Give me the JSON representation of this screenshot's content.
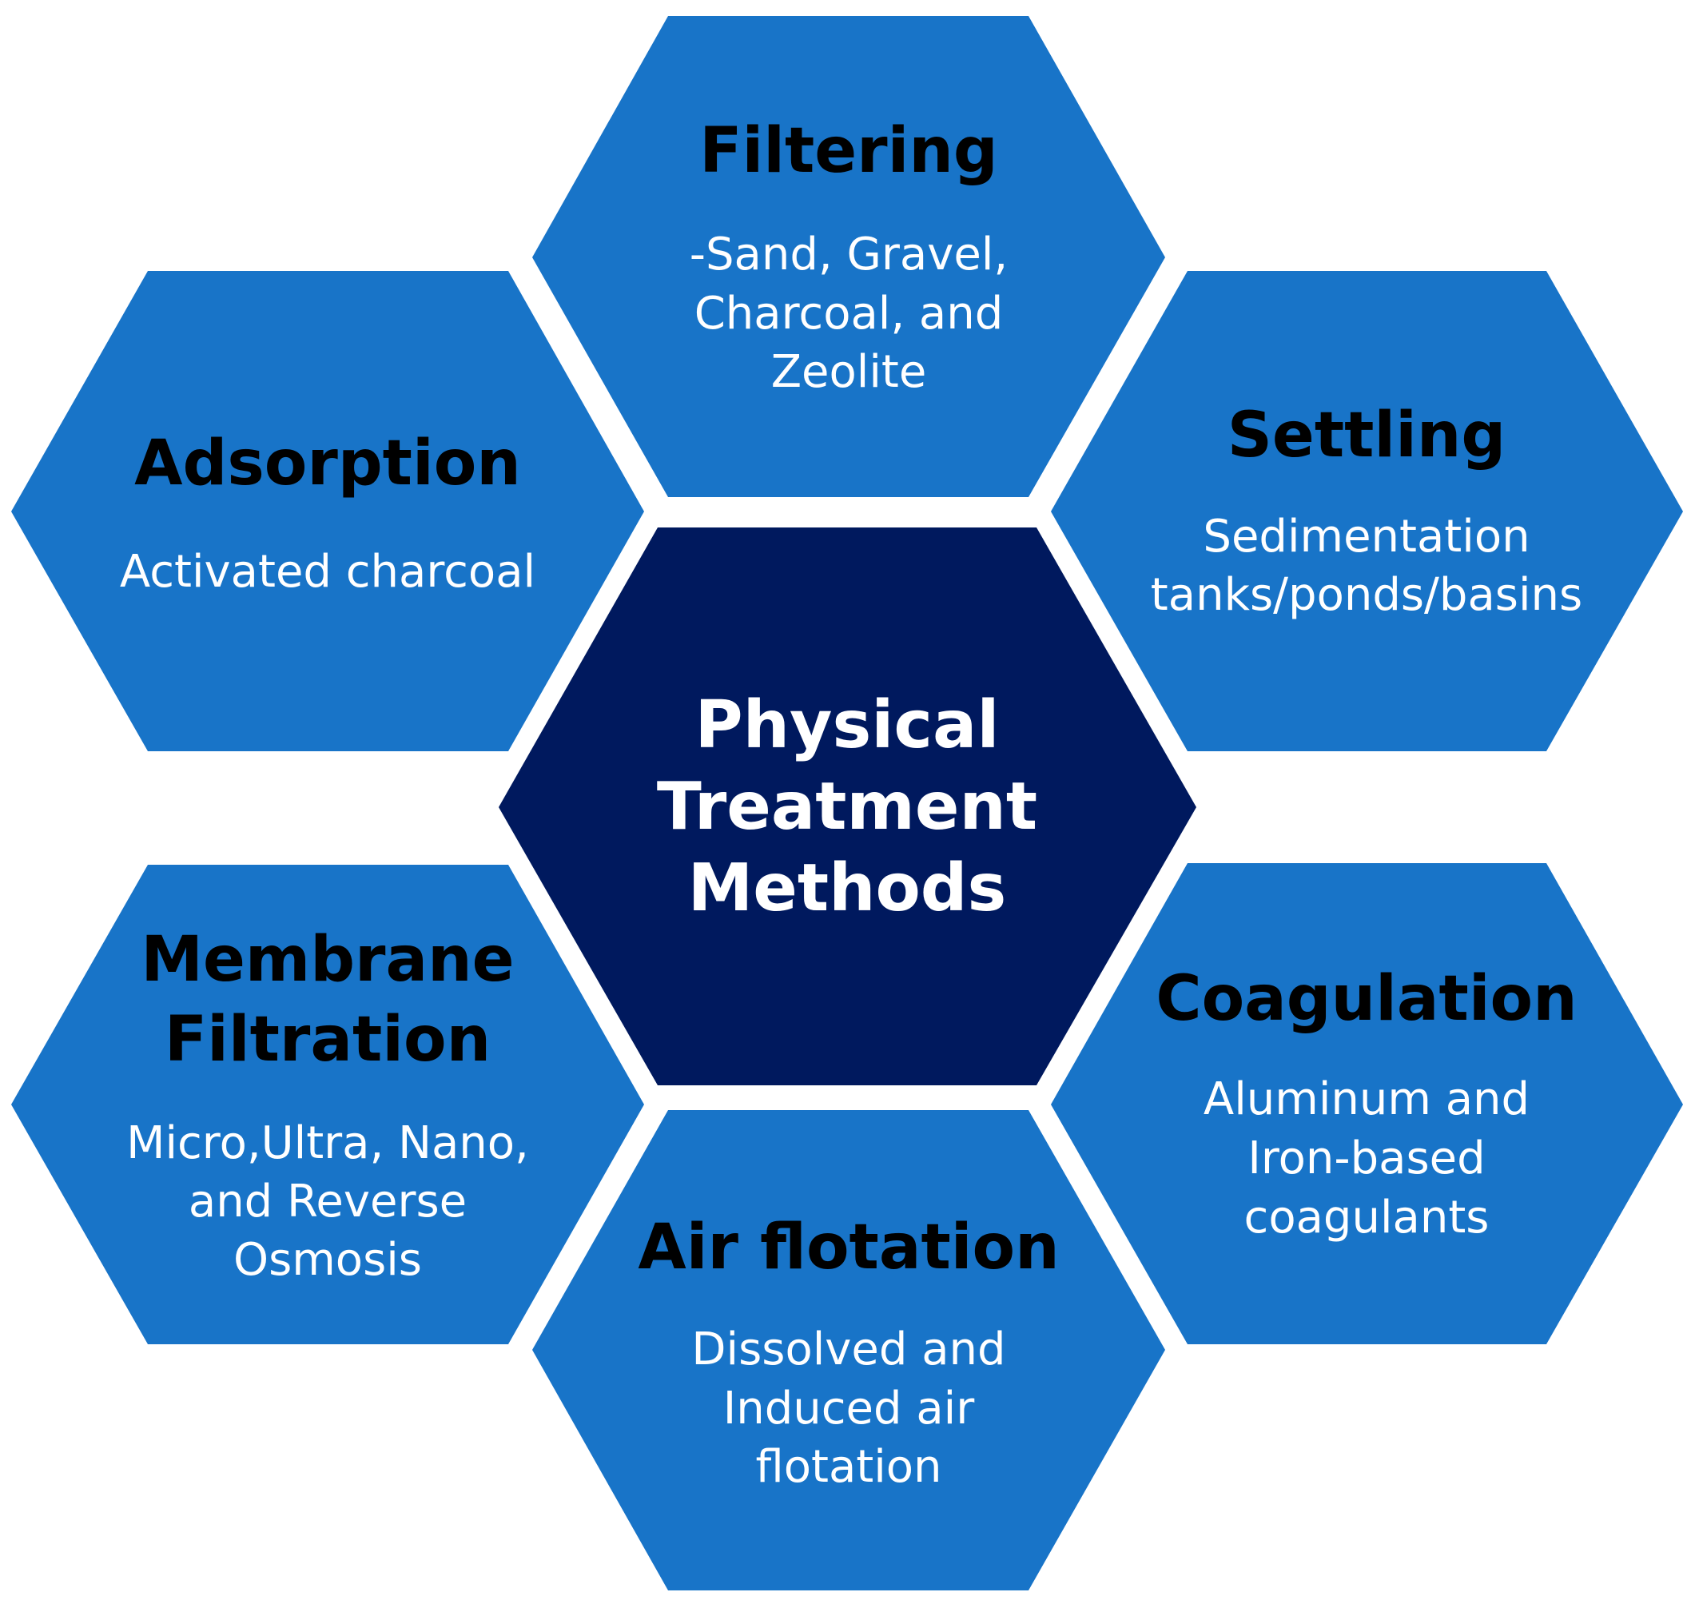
{
  "colors": {
    "outer_hex": "#1874c8",
    "center_hex": "#00195e",
    "title_text": "#000000",
    "desc_text": "#ffffff",
    "background": "#ffffff"
  },
  "center": {
    "title_lines": [
      "Physical",
      "Treatment",
      "Methods"
    ]
  },
  "hexagons": [
    {
      "id": "filtering",
      "title_lines": [
        "Filtering"
      ],
      "desc_lines": [
        "-Sand, Gravel,",
        "Charcoal, and",
        "Zeolite"
      ]
    },
    {
      "id": "settling",
      "title_lines": [
        "Settling"
      ],
      "desc_lines": [
        "Sedimentation",
        "tanks/ponds/basins"
      ]
    },
    {
      "id": "coagulation",
      "title_lines": [
        "Coagulation"
      ],
      "desc_lines": [
        "Aluminum and",
        "Iron-based",
        "coagulants"
      ]
    },
    {
      "id": "air-flotation",
      "title_lines": [
        "Air flotation"
      ],
      "desc_lines": [
        "Dissolved and",
        "Induced air",
        "flotation"
      ]
    },
    {
      "id": "membrane-filtration",
      "title_lines": [
        "Membrane",
        "Filtration"
      ],
      "desc_lines": [
        "Micro,Ultra, Nano,",
        "and Reverse",
        "Osmosis"
      ]
    },
    {
      "id": "adsorption",
      "title_lines": [
        "Adsorption"
      ],
      "desc_lines": [
        "Activated charcoal"
      ]
    }
  ]
}
